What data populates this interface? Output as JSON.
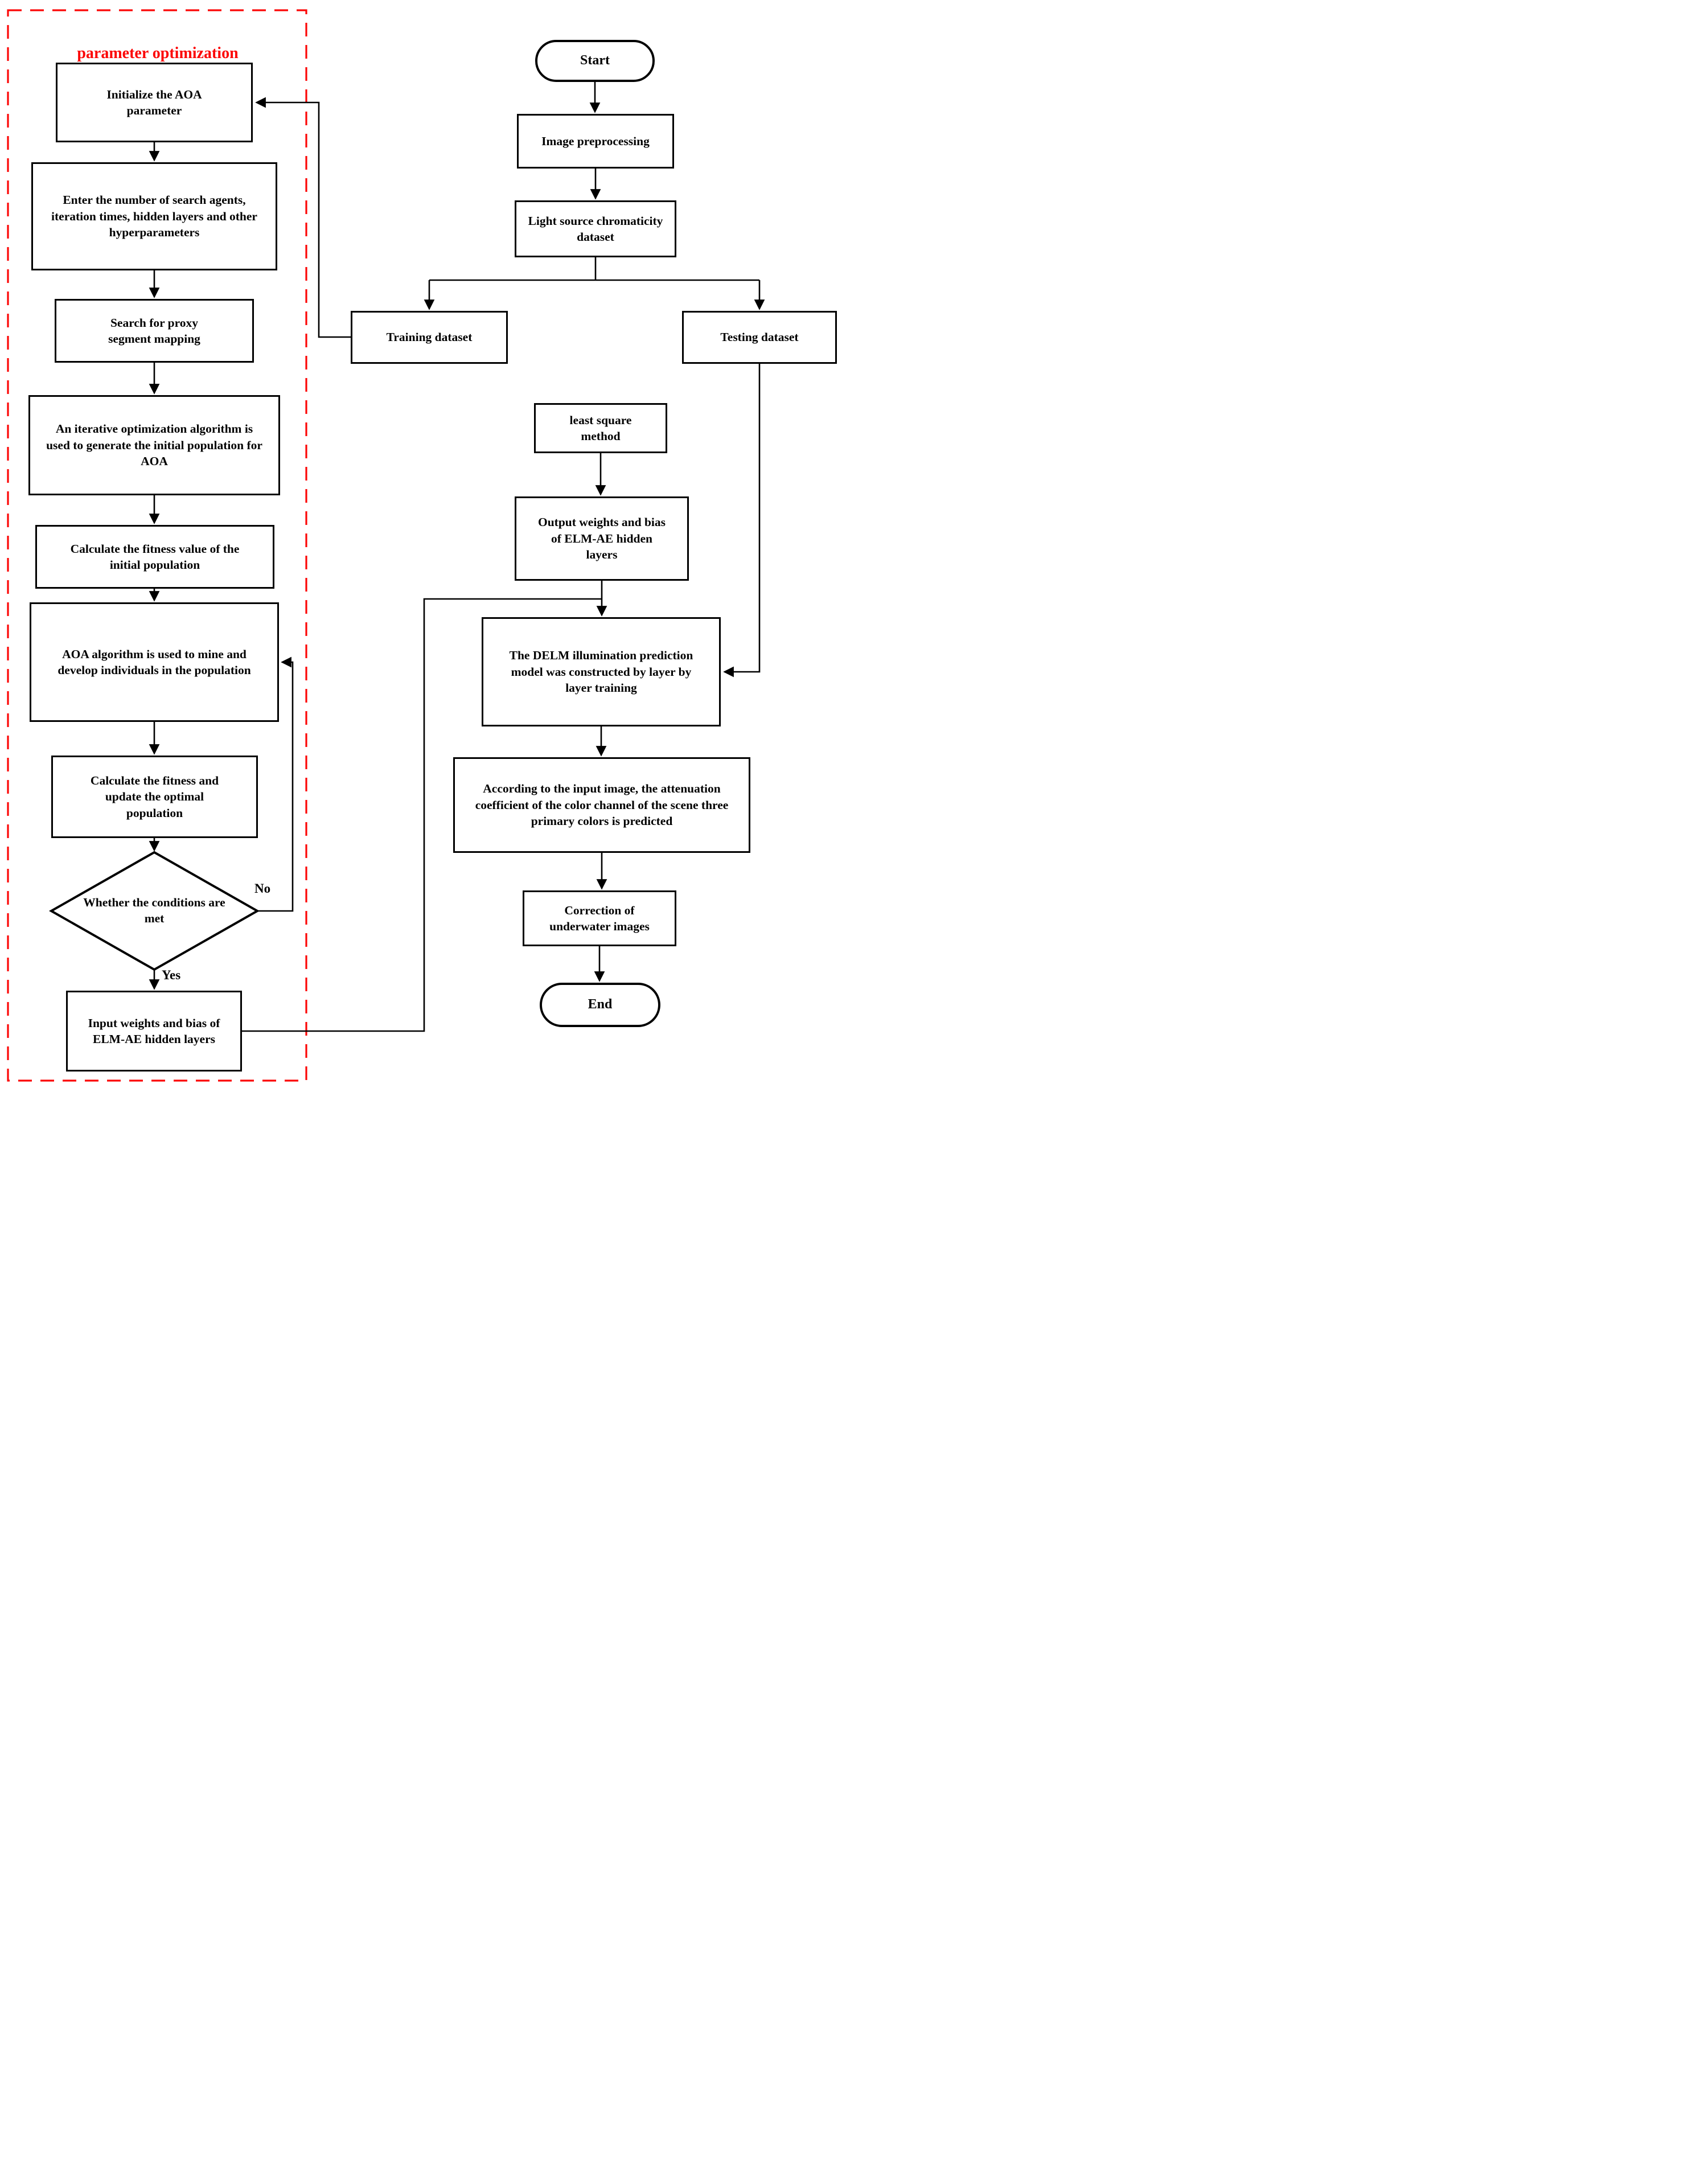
{
  "diagram": {
    "title": "parameter optimization",
    "nodes": {
      "init_aoa": "Initialize the AOA parameter",
      "enter_params": "Enter the number of search agents, iteration times, hidden layers and other hyperparameters",
      "search_proxy": "Search for proxy segment mapping",
      "iterative_init": "An iterative optimization algorithm is used to generate the initial population for AOA",
      "calc_fitness_initial": "Calculate the fitness value of the initial population",
      "aoa_mine": "AOA algorithm is used to mine and develop individuals in the population",
      "calc_update": "Calculate the fitness and update the optimal population",
      "condition": "Whether the conditions are met",
      "input_weights": "Input weights and bias of ELM-AE hidden layers",
      "start": "Start",
      "image_preprocessing": "Image preprocessing",
      "light_source": "Light source chromaticity dataset",
      "training": "Training dataset",
      "testing": "Testing dataset",
      "least_square": "least square method",
      "output_weights": "Output weights and bias of ELM-AE hidden layers",
      "delm": "The DELM illumination prediction model was constructed by layer by layer training",
      "according": "According to the input image, the attenuation coefficient of the color channel of the scene three primary colors is predicted",
      "correction": "Correction of underwater images",
      "end": "End"
    },
    "edge_labels": {
      "no": "No",
      "yes": "Yes"
    },
    "colors": {
      "line": "#000000",
      "node_border": "#000000",
      "node_fill": "#ffffff",
      "dashed_group_border": "#fc0606",
      "title_text": "#fc0606",
      "background": "#ffffff"
    }
  }
}
